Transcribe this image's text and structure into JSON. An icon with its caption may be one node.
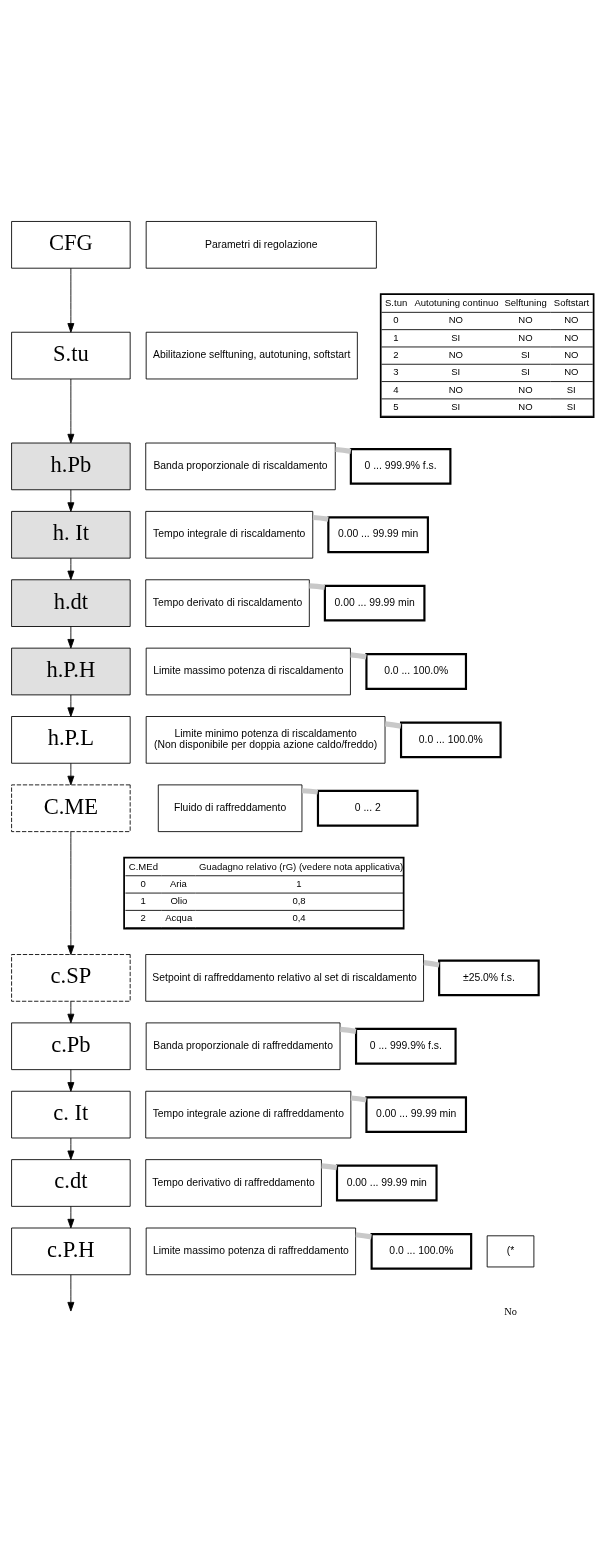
{
  "diagram": {
    "nodes": [
      {
        "text": [
          "CFG"
        ]
      },
      {
        "text": [
          "Parametri di regolazione"
        ]
      },
      {
        "text": [
          "S.tu"
        ]
      },
      {
        "text": [
          "Abilitazione selftuning, autotuning, softstart"
        ]
      },
      {
        "text": [
          "h.Pb"
        ]
      },
      {
        "text": [
          "Banda proporzionale di riscaldamento"
        ]
      },
      {
        "text": [
          "0 ... 999.9% f.s."
        ]
      },
      {
        "text": [
          "h. It"
        ]
      },
      {
        "text": [
          "Tempo integrale di riscaldamento"
        ]
      },
      {
        "text": [
          "0.00 ... 99.99 min"
        ]
      },
      {
        "text": [
          "h.dt"
        ]
      },
      {
        "text": [
          "Tempo derivato di riscaldamento"
        ]
      },
      {
        "text": [
          "0.00 ... 99.99 min"
        ]
      },
      {
        "text": [
          "h.P.H"
        ]
      },
      {
        "text": [
          "Limite massimo potenza di riscaldamento"
        ]
      },
      {
        "text": [
          "0.0 ... 100.0%"
        ]
      },
      {
        "text": [
          "h.P.L"
        ]
      },
      {
        "text": [
          "Limite minimo potenza di riscaldamento",
          "(Non disponibile per doppia azione caldo/freddo)"
        ]
      },
      {
        "text": [
          "0.0 ... 100.0%"
        ]
      },
      {
        "text": [
          "C.ME"
        ]
      },
      {
        "text": [
          "Fluido di raffreddamento"
        ]
      },
      {
        "text": [
          "0 ... 2"
        ]
      },
      {
        "text": [
          "c.SP"
        ]
      },
      {
        "text": [
          "Setpoint di raffreddamento relativo al set di riscaldamento"
        ]
      },
      {
        "text": [
          "±25.0% f.s."
        ]
      },
      {
        "text": [
          "c.Pb"
        ]
      },
      {
        "text": [
          "Banda proporzionale di raffreddamento"
        ]
      },
      {
        "text": [
          "0 ... 999.9% f.s."
        ]
      },
      {
        "text": [
          "c. It"
        ]
      },
      {
        "text": [
          "Tempo integrale azione di raffreddamento"
        ]
      },
      {
        "text": [
          "0.00 ... 99.99 min"
        ]
      },
      {
        "text": [
          "c.dt"
        ]
      },
      {
        "text": [
          "Tempo derivativo di raffreddamento"
        ]
      },
      {
        "text": [
          "0.00 ... 99.99 min"
        ]
      },
      {
        "text": [
          "c.P.H"
        ]
      },
      {
        "text": [
          "Limite massimo potenza di raffreddamento"
        ]
      },
      {
        "text": [
          "0.0 ... 100.0%"
        ]
      },
      {
        "text": [
          "(*"
        ]
      }
    ],
    "edges": [
      {
        "from": 0,
        "to": 2,
        "arrow": "to"
      },
      {
        "from": 2,
        "to": 4,
        "arrow": "to"
      },
      {
        "from": 4,
        "to": 7,
        "arrow": "to"
      },
      {
        "from": 7,
        "to": 10,
        "arrow": "to"
      },
      {
        "from": 10,
        "to": 13,
        "arrow": "to"
      },
      {
        "from": 13,
        "to": 16,
        "arrow": "to"
      },
      {
        "from": 16,
        "to": 19,
        "arrow": "to"
      },
      {
        "from": 19,
        "to": 22,
        "arrow": "to"
      },
      {
        "from": 22,
        "to": 25,
        "arrow": "to"
      },
      {
        "from": 25,
        "to": 28,
        "arrow": "to"
      },
      {
        "from": 28,
        "to": 31,
        "arrow": "to"
      },
      {
        "from": 31,
        "to": 34,
        "arrow": "to"
      },
      {
        "from": 34,
        "to": null,
        "arrow": "to"
      },
      {
        "from": 5,
        "to": 6,
        "arrow": "none",
        "style": "thick",
        "color": "#c8c8c8"
      },
      {
        "from": 8,
        "to": 9,
        "arrow": "none",
        "style": "thick",
        "color": "#c8c8c8"
      },
      {
        "from": 11,
        "to": 12,
        "arrow": "none",
        "style": "thick",
        "color": "#c8c8c8"
      },
      {
        "from": 14,
        "to": 15,
        "arrow": "none",
        "style": "thick",
        "color": "#c8c8c8"
      },
      {
        "from": 17,
        "to": 18,
        "arrow": "none",
        "style": "thick",
        "color": "#c8c8c8"
      },
      {
        "from": 20,
        "to": 21,
        "arrow": "none",
        "style": "thick",
        "color": "#c8c8c8"
      },
      {
        "from": 23,
        "to": 24,
        "arrow": "none",
        "style": "thick",
        "color": "#c8c8c8"
      },
      {
        "from": 26,
        "to": 27,
        "arrow": "none",
        "style": "thick",
        "color": "#c8c8c8"
      },
      {
        "from": 29,
        "to": 30,
        "arrow": "none",
        "style": "thick",
        "color": "#c8c8c8"
      },
      {
        "from": 32,
        "to": 33,
        "arrow": "none",
        "style": "thick",
        "color": "#c8c8c8"
      },
      {
        "from": 35,
        "to": 36,
        "arrow": "none",
        "style": "thick",
        "color": "#c8c8c8"
      }
    ],
    "labels": [
      "S.tun",
      "Autotuning continuo",
      "Selftuning",
      "Softstart",
      "0",
      "NO",
      "NO",
      "NO",
      "1",
      "SI",
      "NO",
      "NO",
      "2",
      "NO",
      "SI",
      "NO",
      "3",
      "SI",
      "SI",
      "NO",
      "4",
      "NO",
      "NO",
      "SI",
      "5",
      "SI",
      "NO",
      "SI",
      "C.MEd",
      "Guadagno relativo (rG) (vedere nota applicativa)",
      "0",
      "Aria",
      "1",
      "1",
      "Olio",
      "0,8",
      "2",
      "Acqua",
      "0,4",
      "No"
    ]
  }
}
